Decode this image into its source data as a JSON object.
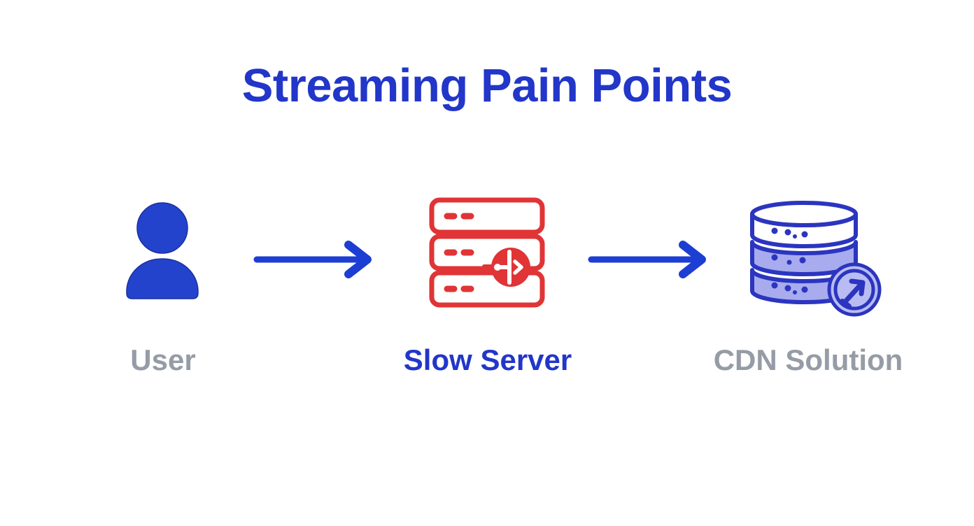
{
  "title": "Streaming Pain Points",
  "diagram": {
    "nodes": [
      {
        "id": "user",
        "label": "User",
        "icon": "user-icon"
      },
      {
        "id": "slow-server",
        "label": "Slow Server",
        "icon": "slow-server-icon"
      },
      {
        "id": "cdn-solution",
        "label": "CDN Solution",
        "icon": "cdn-database-icon"
      }
    ],
    "connectors": [
      {
        "id": "arrow-user-to-server",
        "icon": "arrow-right-icon"
      },
      {
        "id": "arrow-server-to-cdn",
        "icon": "arrow-right-icon"
      }
    ]
  },
  "colors": {
    "title_blue": "#2236c9",
    "arrow_blue": "#1d3ed2",
    "icon_blue": "#2343cd",
    "server_red": "#e03436",
    "cdn_purple_fill": "#a8abee",
    "cdn_badge_fill": "#b9bcf3",
    "cdn_outline_blue": "#2b35bf",
    "label_gray": "#959ca6",
    "background": "#ffffff"
  }
}
